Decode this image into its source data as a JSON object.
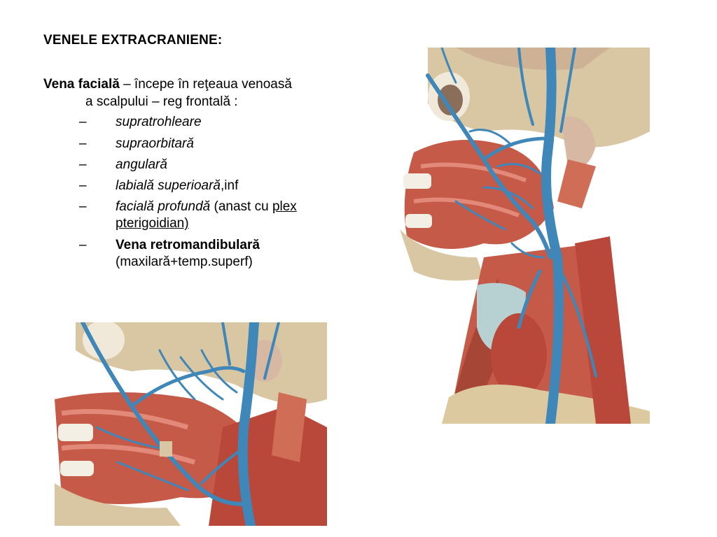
{
  "title": "VENELE EXTRACRANIENE:",
  "intro": {
    "term": "Vena facială",
    "text_line1": " – începe în reţeaua venoasă",
    "text_line2": "a scalpului – reg frontală :"
  },
  "list": {
    "dash": "–",
    "item1": "supratrohleare",
    "item2": "supraorbitară",
    "item3": "angulară",
    "item4_italic": "labială superioară",
    "item4_rest": ",inf",
    "item5_italic": "facială profundă",
    "item5_plain": " (anast cu ",
    "item5_link1": "plex",
    "item5_link2": "pterigoidian)",
    "item6_bold": "Vena retromandibulară",
    "item6_rest": "(maxilară+temp.superf)"
  },
  "images": {
    "right": "anatomical-illustration-head-neck-veins",
    "left": "anatomical-illustration-face-veins-lateral"
  },
  "colors": {
    "vein": "#3f86b9",
    "muscle": "#c65a48",
    "bone": "#dcc9a0",
    "background": "#ffffff"
  }
}
